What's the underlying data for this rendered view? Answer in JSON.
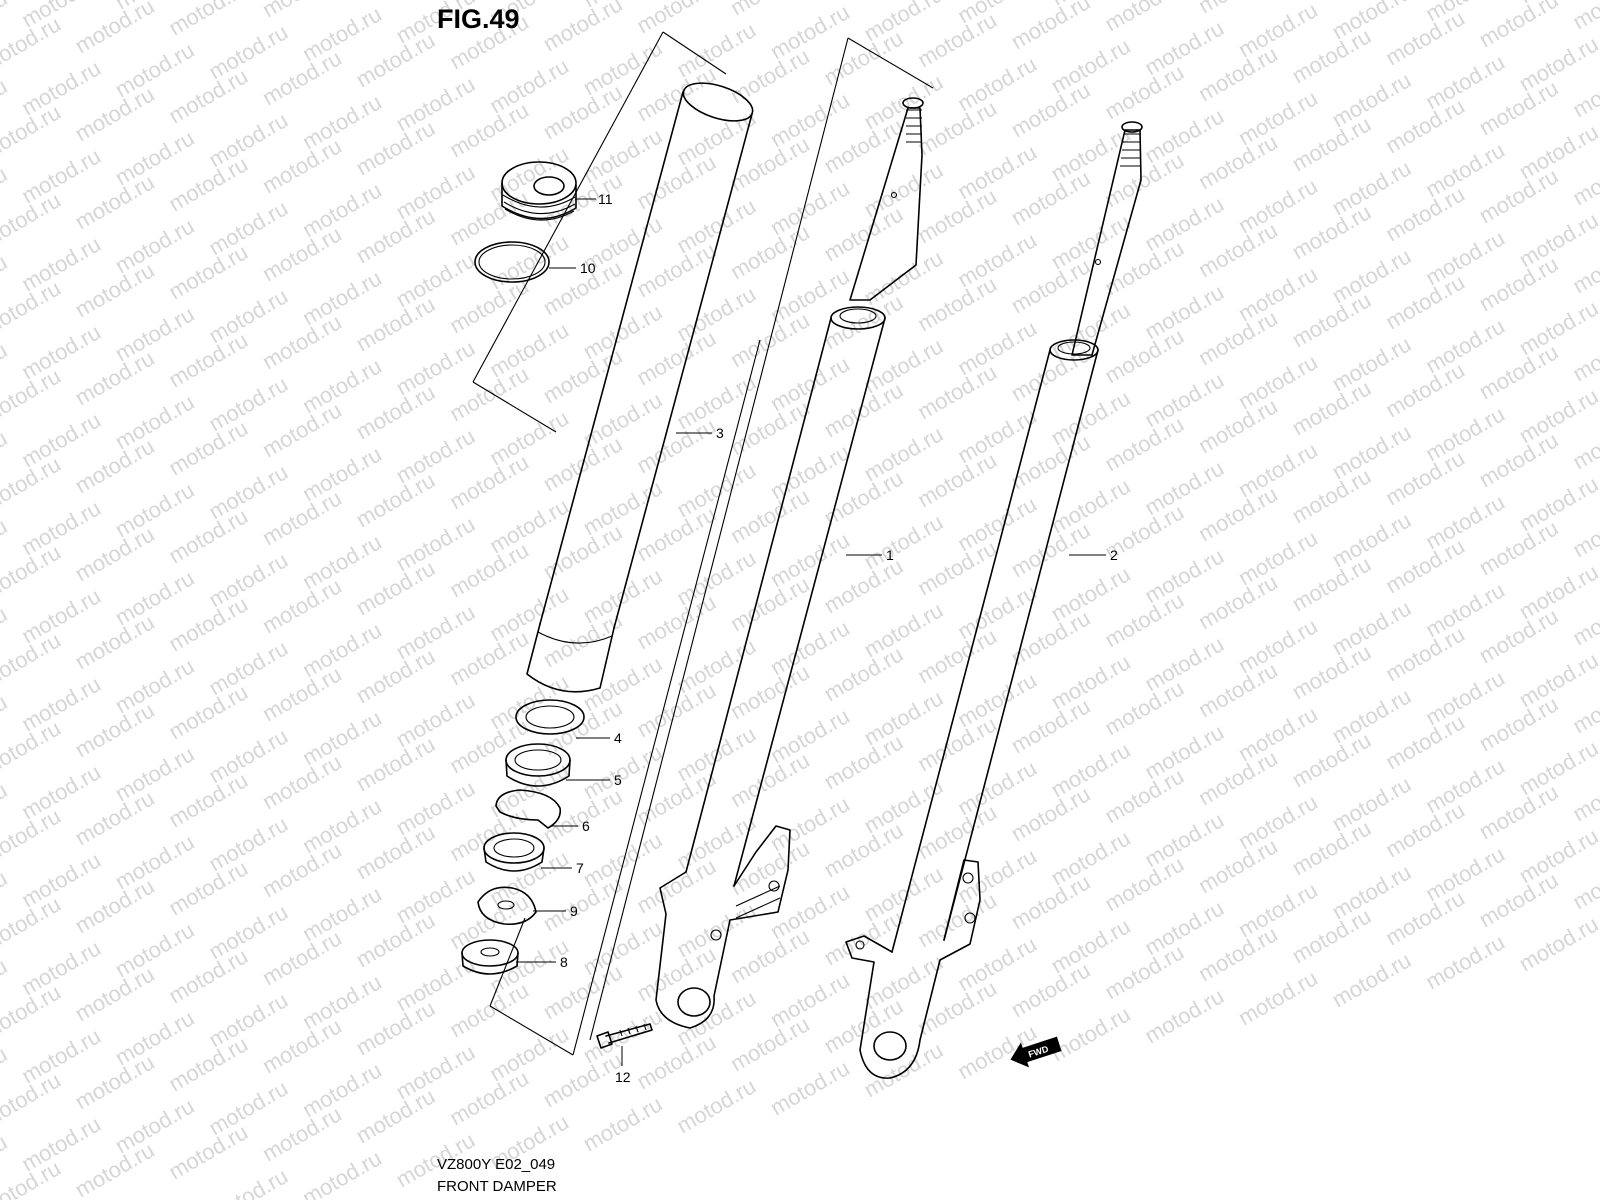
{
  "figure": {
    "title": "FIG.49",
    "model_code": "VZ800Y E02_049",
    "section_name": "FRONT DAMPER"
  },
  "watermark": {
    "text": "motod.ru"
  },
  "callouts": [
    {
      "number": "1",
      "part": "fork-leg-right"
    },
    {
      "number": "2",
      "part": "fork-leg-left"
    },
    {
      "number": "3",
      "part": "outer-tube"
    },
    {
      "number": "4",
      "part": "washer"
    },
    {
      "number": "5",
      "part": "oil-seal"
    },
    {
      "number": "6",
      "part": "stopper-ring"
    },
    {
      "number": "7",
      "part": "dust-seal"
    },
    {
      "number": "8",
      "part": "gasket"
    },
    {
      "number": "9",
      "part": "gasket-plate"
    },
    {
      "number": "10",
      "part": "o-ring"
    },
    {
      "number": "11",
      "part": "cap-bolt"
    },
    {
      "number": "12",
      "part": "bolt"
    }
  ],
  "fwd_badge": {
    "text": "FWD"
  },
  "colors": {
    "line": "#000000",
    "watermark": "#d6d6d6",
    "background": "#ffffff"
  }
}
